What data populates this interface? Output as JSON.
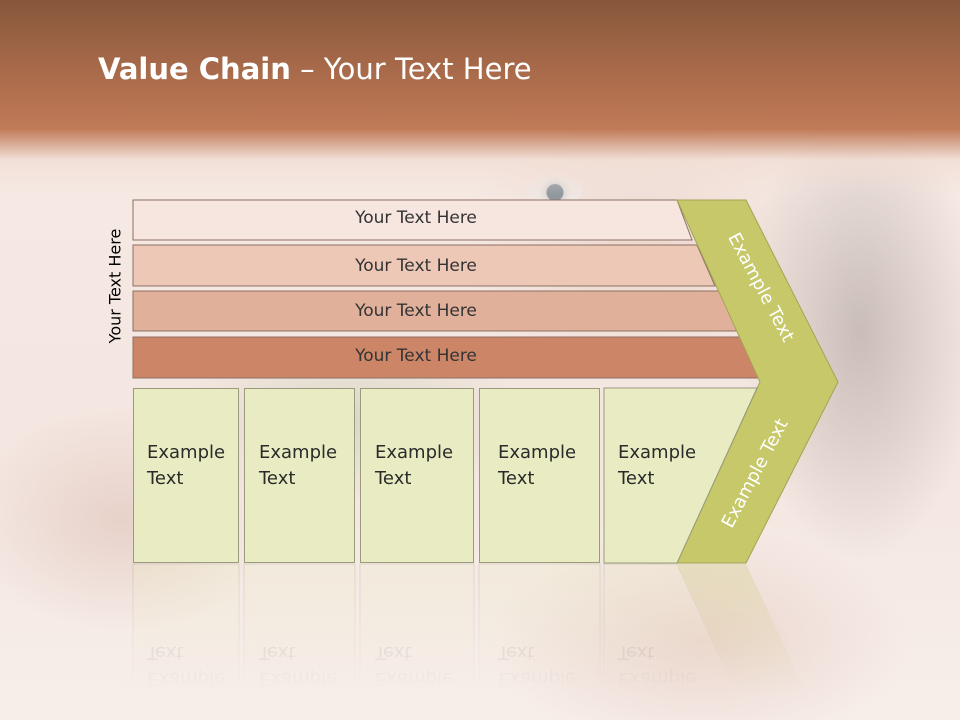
{
  "title": {
    "bold": "Value Chain",
    "rest": " – Your Text Here"
  },
  "side_label": "Your Text Here",
  "bars": [
    {
      "label": "Your Text Here",
      "color": "#f6e6df"
    },
    {
      "label": "Your Text Here",
      "color": "#edc8b6"
    },
    {
      "label": "Your Text Here",
      "color": "#e0b09a"
    },
    {
      "label": "Your Text Here",
      "color": "#cc8667"
    }
  ],
  "boxes": [
    {
      "line1": "Example",
      "line2": "Text"
    },
    {
      "line1": "Example",
      "line2": "Text"
    },
    {
      "line1": "Example",
      "line2": "Text"
    },
    {
      "line1": "Example",
      "line2": "Text"
    },
    {
      "line1": "Example",
      "line2": "Text"
    }
  ],
  "arrow": {
    "upper": "Example Text",
    "lower": "Example Text",
    "color": "#c6c86a"
  },
  "colors": {
    "header": "#b06f4e",
    "box_fill": "#e9ecc3"
  }
}
